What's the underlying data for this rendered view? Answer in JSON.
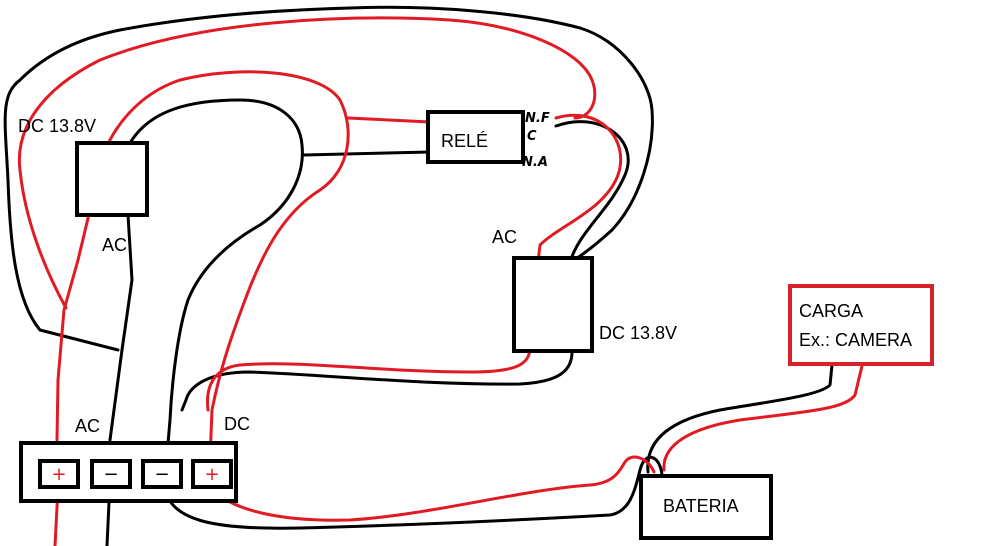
{
  "colors": {
    "wire_black": "#000000",
    "wire_red": "#e01b24",
    "carga_border": "#d8222b"
  },
  "labels": {
    "dc_left": "DC 13.8V",
    "ac_left": "AC",
    "rele": "RELÉ",
    "nf": "N.F",
    "c": "C",
    "na": "N.A",
    "ac_right": "AC",
    "dc_right": "DC 13.8V",
    "carga_line1": "CARGA",
    "carga_line2": "Ex.: CAMERA",
    "ac_bottom": "AC",
    "dc_bottom": "DC",
    "bateria": "BATERIA"
  },
  "terminals": [
    {
      "symbol": "+"
    },
    {
      "symbol": "−"
    },
    {
      "symbol": "−"
    },
    {
      "symbol": "+"
    }
  ]
}
